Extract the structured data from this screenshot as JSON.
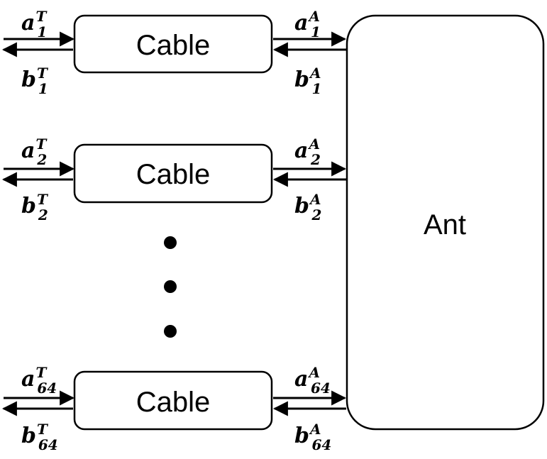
{
  "cables": [
    {
      "label": "Cable",
      "a_t": {
        "base": "a",
        "sup": "T",
        "sub": "1"
      },
      "b_t": {
        "base": "b",
        "sup": "T",
        "sub": "1"
      },
      "a_a": {
        "base": "a",
        "sup": "A",
        "sub": "1"
      },
      "b_a": {
        "base": "b",
        "sup": "A",
        "sub": "1"
      }
    },
    {
      "label": "Cable",
      "a_t": {
        "base": "a",
        "sup": "T",
        "sub": "2"
      },
      "b_t": {
        "base": "b",
        "sup": "T",
        "sub": "2"
      },
      "a_a": {
        "base": "a",
        "sup": "A",
        "sub": "2"
      },
      "b_a": {
        "base": "b",
        "sup": "A",
        "sub": "2"
      }
    },
    {
      "label": "Cable",
      "a_t": {
        "base": "a",
        "sup": "T",
        "sub": "64"
      },
      "b_t": {
        "base": "b",
        "sup": "T",
        "sub": "64"
      },
      "a_a": {
        "base": "a",
        "sup": "A",
        "sub": "64"
      },
      "b_a": {
        "base": "b",
        "sup": "A",
        "sub": "64"
      }
    }
  ],
  "antenna": {
    "label": "Ant"
  }
}
